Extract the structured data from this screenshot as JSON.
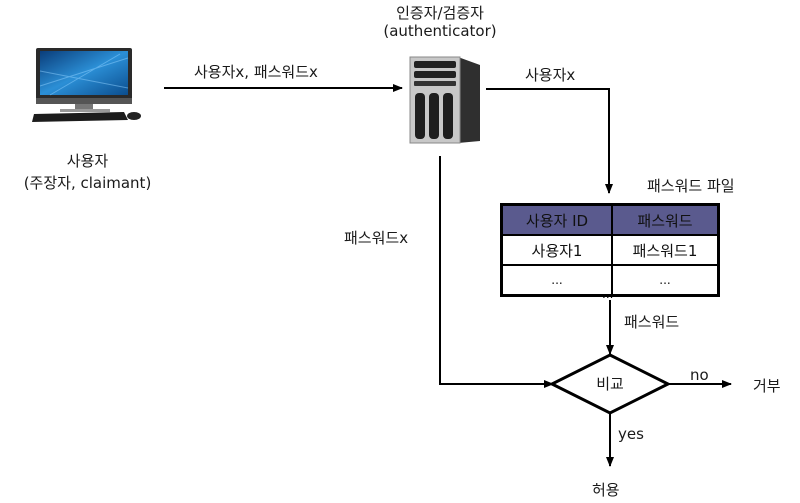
{
  "diagram": {
    "user": {
      "icon": "desktop-computer-icon",
      "label_line1": "사용자",
      "label_line2": "(주장자, claimant)"
    },
    "authenticator": {
      "icon": "server-tower-icon",
      "label_line1": "인증자/검증자",
      "label_line2": "(authenticator)"
    },
    "edges": {
      "user_to_auth": "사용자x, 패스워드x",
      "auth_to_file": "사용자x",
      "auth_to_compare": "패스워드x",
      "file_to_compare": "패스워드",
      "compare_no": "no",
      "compare_yes": "yes"
    },
    "password_file": {
      "title": "패스워드 파일",
      "columns": [
        "사용자 ID",
        "패스워드"
      ],
      "rows": [
        [
          "사용자1",
          "패스워드1"
        ],
        [
          "...",
          "..."
        ]
      ],
      "header_color": "#5a5a8e"
    },
    "compare_node": "비교",
    "outcomes": {
      "reject": "거부",
      "accept": "허용"
    }
  }
}
